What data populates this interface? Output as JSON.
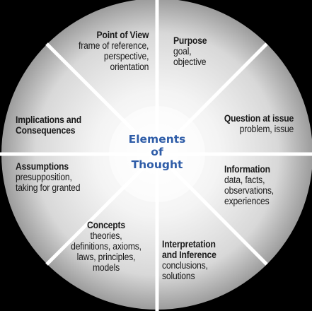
{
  "center": {
    "line1": "Elements",
    "line2": "of",
    "line3": "Thought"
  },
  "segments": {
    "purpose": {
      "title": "Purpose",
      "lines": [
        "goal,",
        "objective"
      ]
    },
    "question": {
      "title": "Question at issue",
      "lines": [
        "problem, issue"
      ]
    },
    "information": {
      "title": "Information",
      "lines": [
        "data, facts,",
        "observations,",
        "experiences"
      ]
    },
    "interpretation": {
      "title_lines": [
        "Interpretation",
        "and Inference"
      ],
      "lines": [
        "conclusions,",
        "solutions"
      ]
    },
    "concepts": {
      "title": "Concepts",
      "lines": [
        "theories,",
        "definitions, axioms,",
        "laws, principles,",
        "models"
      ]
    },
    "assumptions": {
      "title": "Assumptions",
      "lines": [
        "presupposition,",
        "taking for granted"
      ]
    },
    "implications": {
      "title_lines": [
        "Implications and",
        "Consequences"
      ]
    },
    "point_of_view": {
      "title": "Point of View",
      "lines": [
        "frame of reference,",
        "perspective,",
        "orientation"
      ]
    }
  },
  "colors": {
    "background": "#000000",
    "wheel_light": "#f2f2f2",
    "wheel_dark": "#9a9a9a",
    "divider": "#ffffff",
    "center_text": "#2f5da8"
  }
}
